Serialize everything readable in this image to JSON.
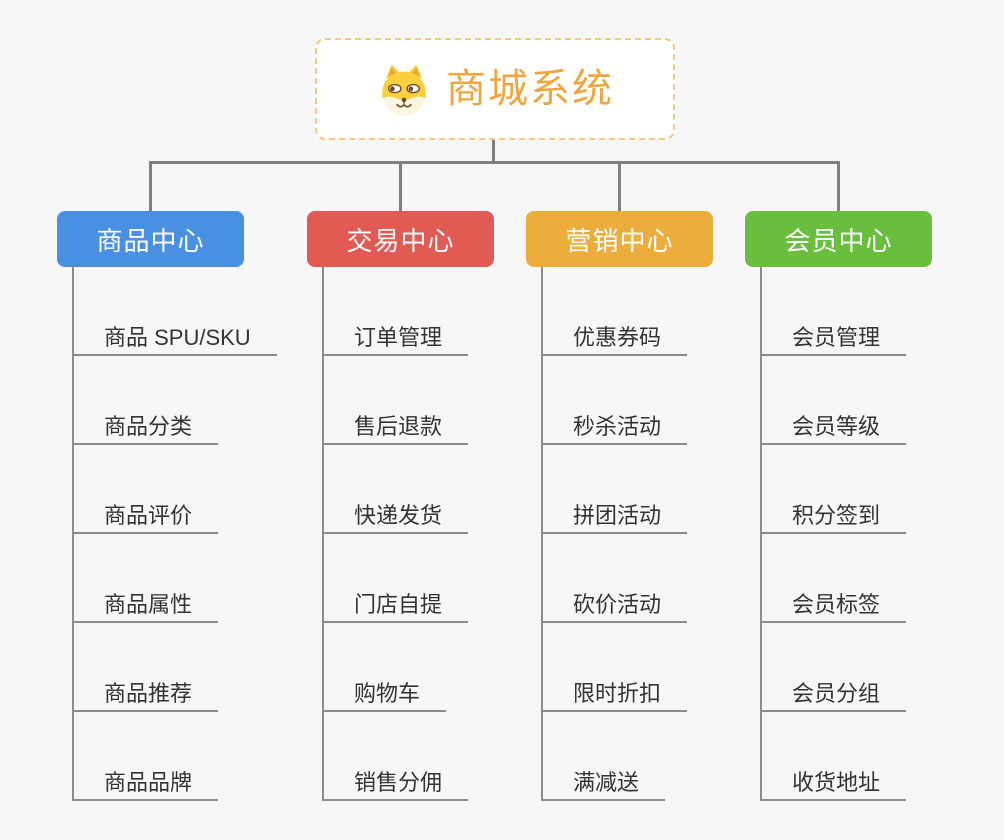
{
  "root": {
    "title": "商城系统",
    "icon": "shiba-dog-icon",
    "accent_color": "#f0a63e",
    "border_color": "#f6c97e"
  },
  "connector_color": "#7f7f7f",
  "subline_color": "#8c8c8c",
  "background_color": "#f7f7f7",
  "branches": [
    {
      "label": "商品中心",
      "color": "#4a90e2",
      "items": [
        "商品 SPU/SKU",
        "商品分类",
        "商品评价",
        "商品属性",
        "商品推荐",
        "商品品牌"
      ]
    },
    {
      "label": "交易中心",
      "color": "#e15a54",
      "items": [
        "订单管理",
        "售后退款",
        "快递发货",
        "门店自提",
        "购物车",
        "销售分佣"
      ]
    },
    {
      "label": "营销中心",
      "color": "#ecad3c",
      "items": [
        "优惠券码",
        "秒杀活动",
        "拼团活动",
        "砍价活动",
        "限时折扣",
        "满减送"
      ]
    },
    {
      "label": "会员中心",
      "color": "#6abe3e",
      "items": [
        "会员管理",
        "会员等级",
        "积分签到",
        "会员标签",
        "会员分组",
        "收货地址"
      ]
    }
  ]
}
